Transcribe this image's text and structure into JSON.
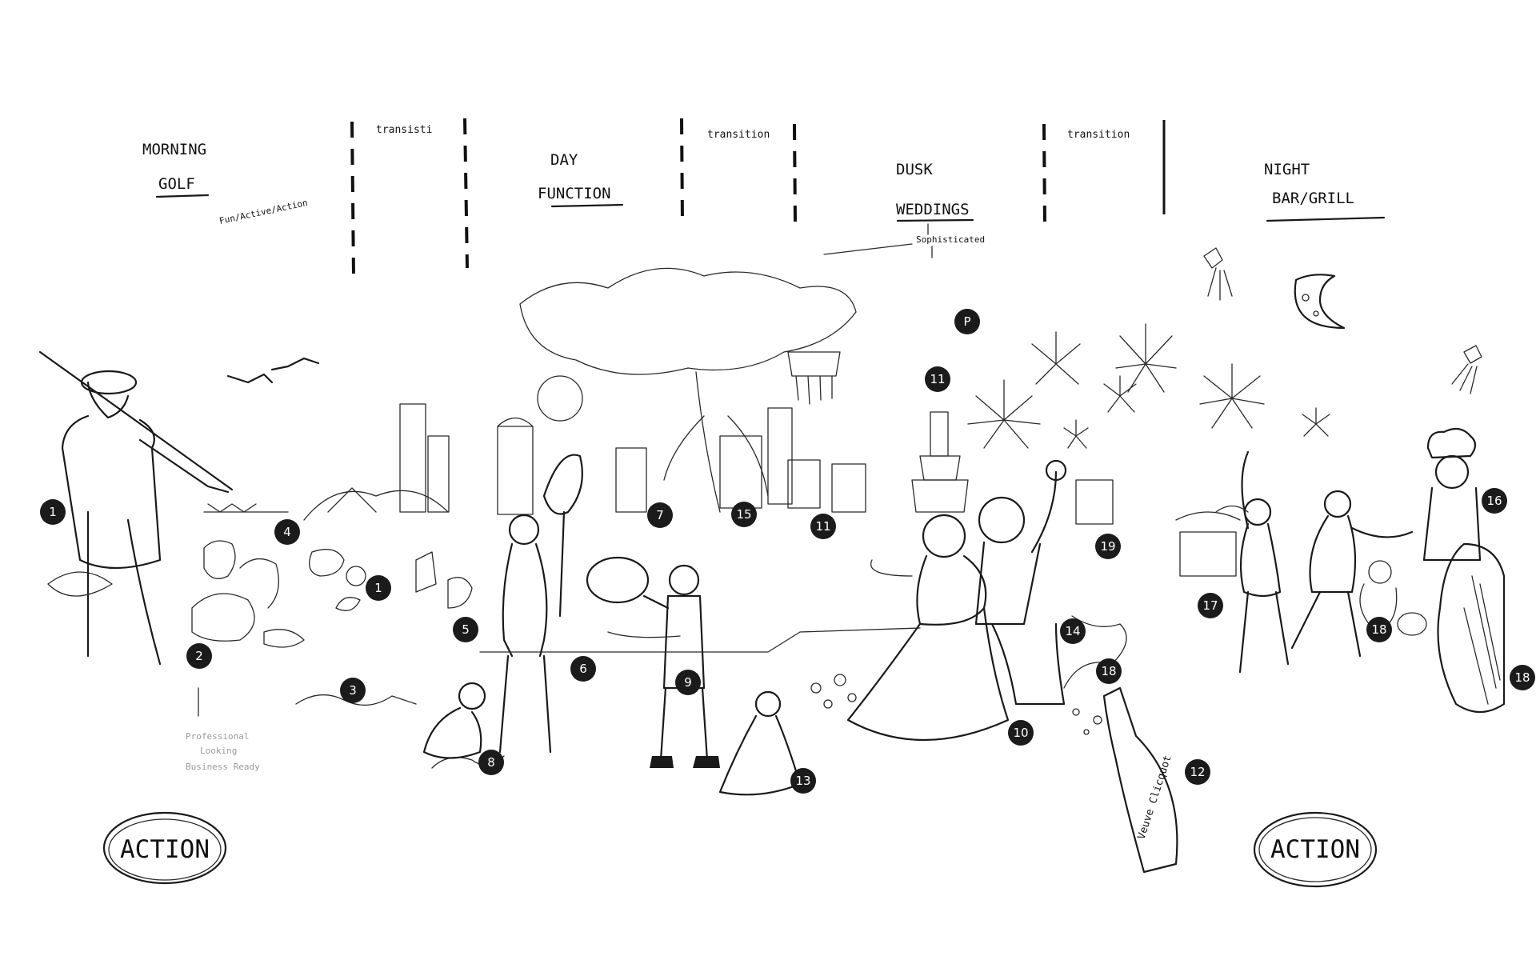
{
  "headings": {
    "morning": "MORNING",
    "golf": "GOLF",
    "golf_note": "Fun/Active/Action",
    "transition_1": "transisti",
    "day": "DAY",
    "function": "FUNCTION",
    "transition_2": "transition",
    "dusk": "DUSK",
    "weddings": "WEDDINGS",
    "weddings_note": "Sophisticated",
    "transition_3": "transition",
    "night": "NIGHT",
    "bar_grill": "BAR/GRILL"
  },
  "notes": {
    "bottom_left_1": "Professional",
    "bottom_left_2": "Looking",
    "bottom_left_3": "Business Ready",
    "bottle_label": "Veuve Clicquot"
  },
  "actions": {
    "left": "ACTION",
    "right": "ACTION"
  },
  "markers": {
    "m1a": "1",
    "m1b": "1",
    "m2": "2",
    "m3": "3",
    "m4": "4",
    "m5": "5",
    "m6": "6",
    "m7": "7",
    "m8": "8",
    "m9": "9",
    "m10": "10",
    "m11a": "11",
    "m11b": "11",
    "mP": "P",
    "m12": "12",
    "m13": "13",
    "m14": "14",
    "m15": "15",
    "m16": "16",
    "m17": "17",
    "m18a": "18",
    "m18b": "18",
    "m18c": "18",
    "m19": "19"
  }
}
